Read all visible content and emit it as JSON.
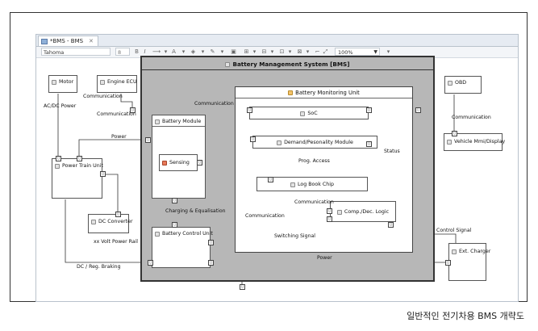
{
  "editor": {
    "tab_label": "*BMS - BMS",
    "tab_close_icon": "close-icon",
    "font_name": "Tahoma",
    "font_size": "8",
    "zoom": "100%"
  },
  "diagram": {
    "title": "Battery Management System [BMS]",
    "bmu_title": "Battery Monitoring Unit",
    "blocks": {
      "motor": "Motor",
      "engine_ecu": "Engine ECU",
      "obd": "OBD",
      "power_train": "Power Train Unit",
      "dc_converter": "DC Converter",
      "battery_module": "Battery Module",
      "sensing": "Sensing",
      "battery_control": "Battery Control Unit",
      "soc": "SoC",
      "demand": "Demand/Pesonality Module",
      "logbook": "Log Book Chip",
      "comp": "Comp./Dec. Logic",
      "vehicle_mmi": "Vehicle Mmi/Display",
      "ext_charger": "Ext. Charger"
    },
    "labels": {
      "ac_dc_power": "AC/DC Power",
      "comm_ecu_top": "Communication",
      "comm_ecu_bottom": "Communication",
      "power_left": "Power",
      "comm_module": "Communication",
      "charging": "Charging & Equalisation",
      "xx_volt": "xx Volt Power Rail",
      "dc_braking": "DC / Reg. Braking",
      "status": "Status",
      "prog_access": "Prog. Access",
      "comm_logbook": "Communication",
      "comm_bcu": "Communication",
      "switching": "Switching Signal",
      "comm_obd": "Communication",
      "control_signal": "Control Signal",
      "power_bottom": "Power"
    }
  },
  "caption": "일반적인 전기차용 BMS 개략도"
}
